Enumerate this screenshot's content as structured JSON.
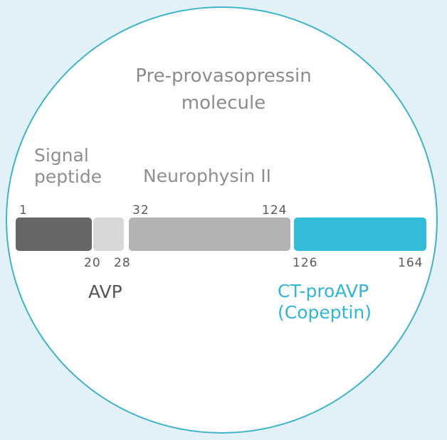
{
  "title_line1": "Pre-provasopressin",
  "title_line2": "molecule",
  "labels": {
    "signal_line1": "Signal",
    "signal_line2": "peptide",
    "neurophysin": "Neurophysin II",
    "avp": "AVP",
    "ctproavp_line1": "CT-proAVP",
    "ctproavp_line2": "(Copeptin)"
  },
  "positions": {
    "p1": "1",
    "p20": "20",
    "p28": "28",
    "p32": "32",
    "p124": "124",
    "p126": "126",
    "p164": "164"
  },
  "colors": {
    "background": "#e2f1f8",
    "circle_border": "#3fb3c8",
    "signal_peptide": "#666666",
    "avp": "#d8d8d8",
    "neurophysin": "#b3b3b3",
    "copeptin": "#33bbd9",
    "label_gray": "#8f8f8f",
    "label_dark": "#555555",
    "label_cyan": "#33b5d4"
  }
}
